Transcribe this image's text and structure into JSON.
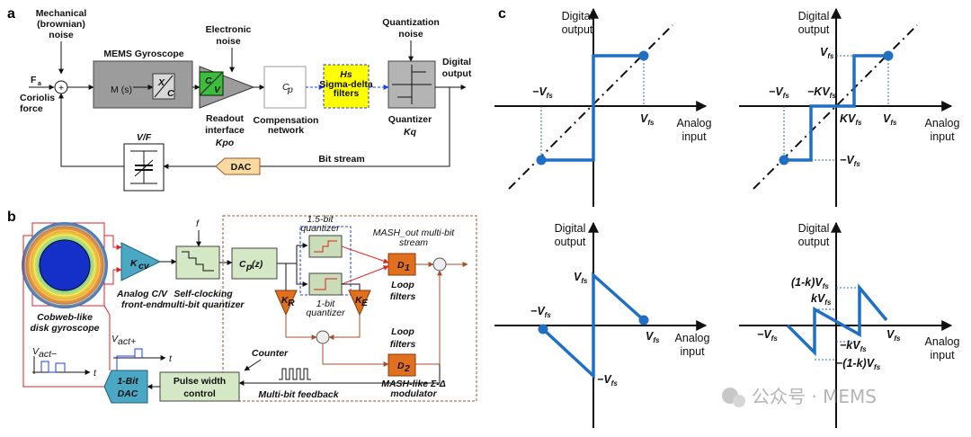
{
  "panels": {
    "a": "a",
    "b": "b",
    "c": "c"
  },
  "panel_a": {
    "mech_noise": [
      "Mechanical",
      "(brownian)",
      "noise"
    ],
    "force_symbol": "F",
    "force_sub": "a",
    "coriolis": [
      "Coriolis",
      "force"
    ],
    "mems_title": "MEMS Gyroscope",
    "ms": "M (s)",
    "x_over_c": "X",
    "c_sym": "C",
    "electronic_noise": [
      "Electronic",
      "noise"
    ],
    "readout_c": "C",
    "readout_v": "V",
    "readout_label": [
      "Readout",
      "interface",
      "Kpo"
    ],
    "comp_box": "C",
    "comp_sub": "p",
    "comp_label": [
      "Compensation",
      "network"
    ],
    "sd_box": [
      "Hs",
      "Sigma-delta",
      "filters"
    ],
    "quant_noise": [
      "Quantization",
      "noise"
    ],
    "quantizer_label": [
      "Quantizer",
      "Kq"
    ],
    "digital_output": [
      "Digital",
      "output"
    ],
    "vf": "V/F",
    "dac": "DAC",
    "bit_stream": "Bit stream"
  },
  "panel_b": {
    "kcv": "K",
    "kcv_sub": "cv",
    "analog_cv": [
      "Analog C/V",
      "front-end"
    ],
    "f_sym": "f",
    "self_clock": [
      "Self-clocking",
      "multi-bit quantizer"
    ],
    "cpz": "C",
    "cpz_sub": "p",
    "cpz_rest": "(z)",
    "q15": [
      "1.5-bit",
      "quantizer"
    ],
    "q1": [
      "1-bit",
      "quantizer"
    ],
    "mash_out": [
      "MASH_out multi-bit",
      "stream"
    ],
    "d1": "D",
    "d1_sub": "1",
    "d2": "D",
    "d2_sub": "2",
    "k_r": "K",
    "k_r_sub": "R",
    "k_e": "K",
    "k_e_sub": "E",
    "loop_filters_1": [
      "Loop",
      "filters"
    ],
    "loop_filters_2": [
      "Loop",
      "filters"
    ],
    "mash_mod": [
      "MASH-like Σ-Δ",
      "modulator"
    ],
    "cobweb": [
      "Cobweb-like",
      "disk gyroscope"
    ],
    "vact_minus": "V",
    "vact_minus_sub": "act−",
    "vact_plus": "V",
    "vact_plus_sub": "act+",
    "t_sym": "t",
    "dac_1bit": [
      "1-Bit",
      "DAC"
    ],
    "pwc": [
      "Pulse width",
      "control"
    ],
    "counter": "Counter",
    "multibit_fb": "Multi-bit feedback"
  },
  "panel_c": {
    "y_axis": [
      "Digital",
      "output"
    ],
    "x_axis": [
      "Analog",
      "input"
    ],
    "v": "V",
    "fs": "fs",
    "neg": "−",
    "kv": "KV",
    "neg_kv": "−KV",
    "k_small": "k",
    "neg_k_small": "−k",
    "one_minus_k": "(1-k)",
    "neg_one_minus_k": "−(1-k)"
  },
  "watermark": "公众号 · MEMS",
  "colors": {
    "blue_line": "#1f6fc4",
    "orange": "#e0701e",
    "brown_border": "#a0522d",
    "mems_gray": "#9c9c9c",
    "yellow": "#ffff00",
    "green": "#3bbf3b",
    "light_green": "#d5e8c5",
    "teal": "#4aa8c4",
    "red": "#e02020"
  }
}
